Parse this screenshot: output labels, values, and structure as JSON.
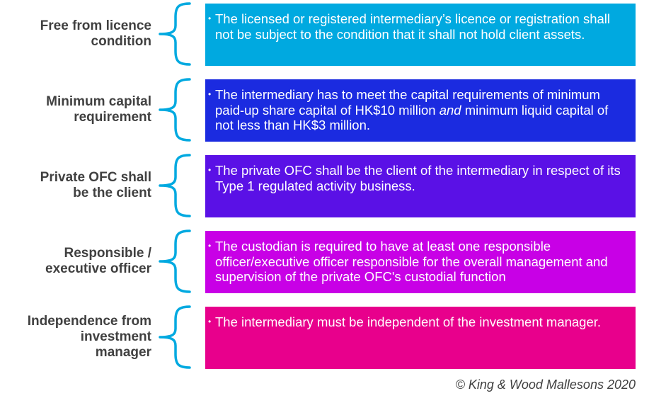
{
  "colors": {
    "brace": "#00A9E0",
    "label_text": "#404040",
    "box_text": "#FFFFFF"
  },
  "rows": [
    {
      "label": "Free from licence\ncondition",
      "color": "#00A9E0",
      "bullet": "•",
      "text_parts": [
        {
          "text": "The licensed or registered intermediary’s licence or registration shall not be subject to the condition that it shall not hold client assets.",
          "italic": false
        }
      ]
    },
    {
      "label": "Minimum capital\nrequirement",
      "color": "#1B2BE0",
      "bullet": "•",
      "text_parts": [
        {
          "text": "The intermediary has to meet the capital requirements of minimum paid-up share capital of HK$10 million ",
          "italic": false
        },
        {
          "text": "and",
          "italic": true
        },
        {
          "text": " minimum liquid capital of not less than HK$3 million.",
          "italic": false
        }
      ]
    },
    {
      "label": "Private OFC shall\nbe the client",
      "color": "#5A11E6",
      "bullet": "•",
      "text_parts": [
        {
          "text": "The private OFC shall be the client of the intermediary in respect of its Type 1 regulated activity business.",
          "italic": false
        }
      ]
    },
    {
      "label": "Responsible /\nexecutive officer",
      "color": "#C800E6",
      "bullet": "•",
      "text_parts": [
        {
          "text": "The custodian is required to have at least one responsible officer/executive officer responsible for the overall management and supervision of the private OFC's custodial function",
          "italic": false
        }
      ]
    },
    {
      "label": "Independence from\ninvestment\nmanager",
      "color": "#E8008C",
      "bullet": "•",
      "text_parts": [
        {
          "text": "The intermediary must be independent of the investment manager.",
          "italic": false
        }
      ]
    }
  ],
  "copyright": "© King & Wood Mallesons 2020"
}
